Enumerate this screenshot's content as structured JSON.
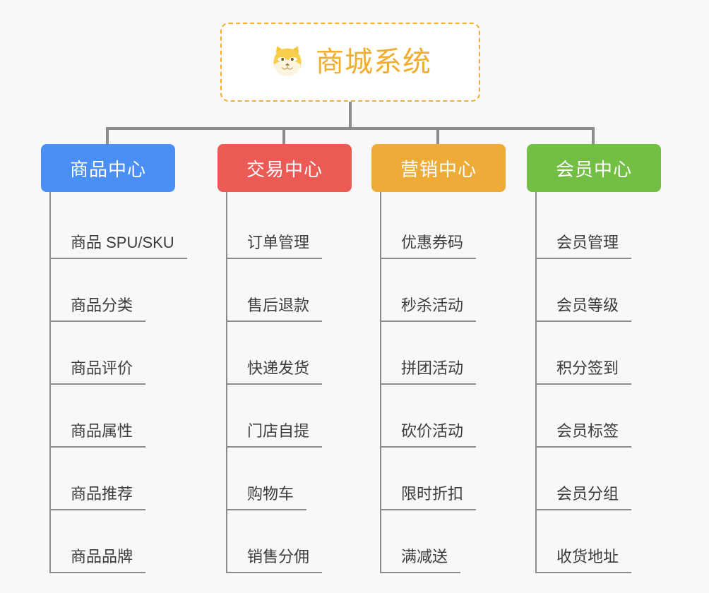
{
  "root": {
    "title": "商城系统",
    "icon": "shiba-dog-face-emoji",
    "border_color": "#f0ad2e",
    "text_color": "#f0ad2e",
    "background": "#ffffff"
  },
  "canvas": {
    "background": "#f8f8f8",
    "connector_color": "#8c8c8c"
  },
  "categories": [
    {
      "label": "商品中心",
      "color": "#4a90f4",
      "items": [
        "商品 SPU/SKU",
        "商品分类",
        "商品评价",
        "商品属性",
        "商品推荐",
        "商品品牌"
      ]
    },
    {
      "label": "交易中心",
      "color": "#eb5a55",
      "items": [
        "订单管理",
        "售后退款",
        "快递发货",
        "门店自提",
        "购物车",
        "销售分佣"
      ]
    },
    {
      "label": "营销中心",
      "color": "#eeab37",
      "items": [
        "优惠券码",
        "秒杀活动",
        "拼团活动",
        "砍价活动",
        "限时折扣",
        "满减送"
      ]
    },
    {
      "label": "会员中心",
      "color": "#73bf44",
      "items": [
        "会员管理",
        "会员等级",
        "积分签到",
        "会员标签",
        "会员分组",
        "收货地址"
      ]
    }
  ]
}
